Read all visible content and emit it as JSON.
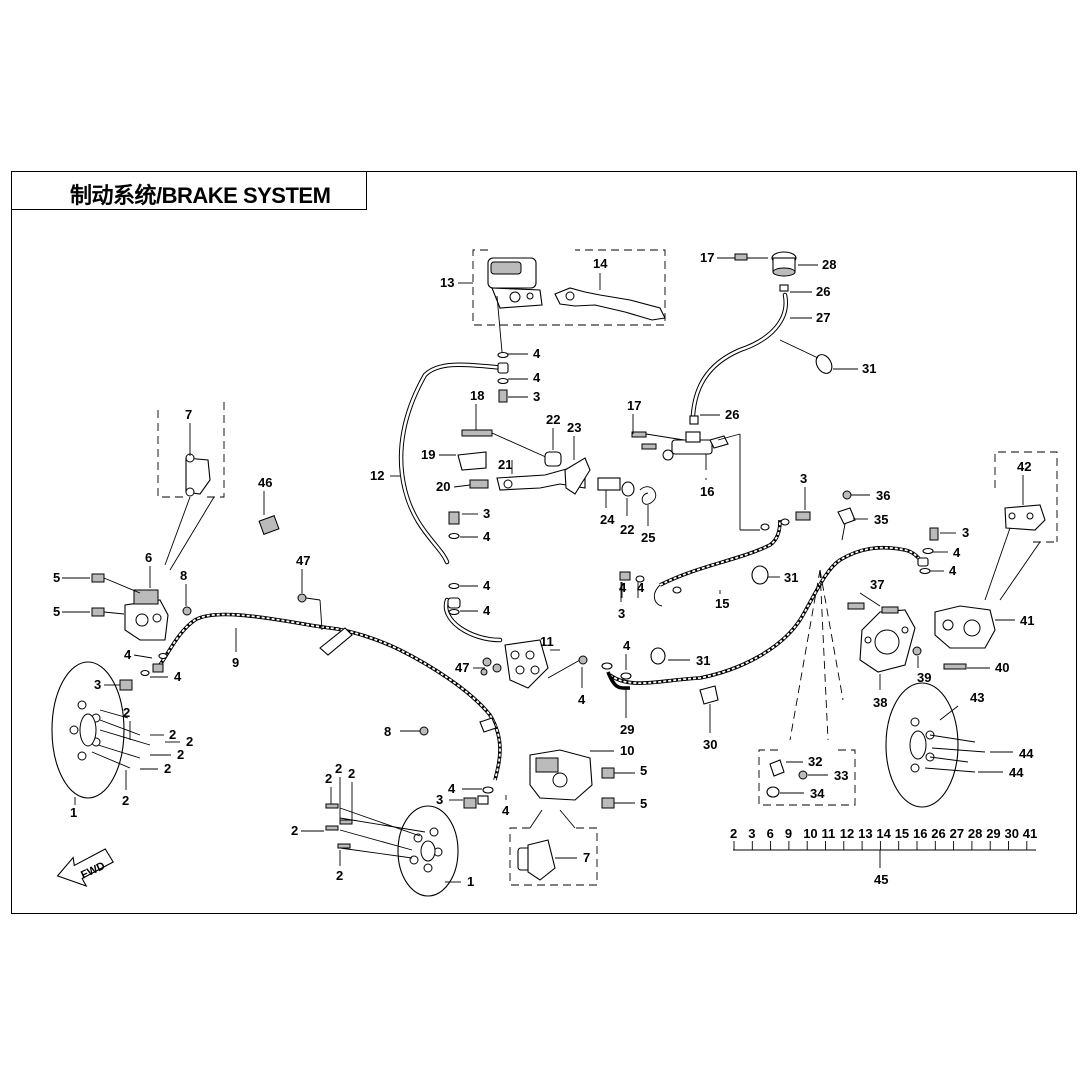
{
  "title": "制动系统/BRAKE SYSTEM",
  "fwd_label": "FWD",
  "callouts": [
    {
      "id": "c-13",
      "text": "13"
    },
    {
      "id": "c-14",
      "text": "14"
    },
    {
      "id": "c-17a",
      "text": "17"
    },
    {
      "id": "c-28",
      "text": "28"
    },
    {
      "id": "c-26a",
      "text": "26"
    },
    {
      "id": "c-27",
      "text": "27"
    },
    {
      "id": "c-31a",
      "text": "31"
    },
    {
      "id": "c-4a",
      "text": "4"
    },
    {
      "id": "c-4b",
      "text": "4"
    },
    {
      "id": "c-3a",
      "text": "3"
    },
    {
      "id": "c-18",
      "text": "18"
    },
    {
      "id": "c-22a",
      "text": "22"
    },
    {
      "id": "c-23",
      "text": "23"
    },
    {
      "id": "c-17b",
      "text": "17"
    },
    {
      "id": "c-26b",
      "text": "26"
    },
    {
      "id": "c-16",
      "text": "16"
    },
    {
      "id": "c-12",
      "text": "12"
    },
    {
      "id": "c-19",
      "text": "19"
    },
    {
      "id": "c-21",
      "text": "21"
    },
    {
      "id": "c-20",
      "text": "20"
    },
    {
      "id": "c-24",
      "text": "24"
    },
    {
      "id": "c-22b",
      "text": "22"
    },
    {
      "id": "c-25",
      "text": "25"
    },
    {
      "id": "c-7a",
      "text": "7"
    },
    {
      "id": "c-46",
      "text": "46"
    },
    {
      "id": "c-3b",
      "text": "3"
    },
    {
      "id": "c-4c",
      "text": "4"
    },
    {
      "id": "c-4d",
      "text": "4"
    },
    {
      "id": "c-4e",
      "text": "4"
    },
    {
      "id": "c-4f",
      "text": "4"
    },
    {
      "id": "c-3c",
      "text": "3"
    },
    {
      "id": "c-36",
      "text": "36"
    },
    {
      "id": "c-35",
      "text": "35"
    },
    {
      "id": "c-42",
      "text": "42"
    },
    {
      "id": "c-3d",
      "text": "3"
    },
    {
      "id": "c-4g",
      "text": "4"
    },
    {
      "id": "c-4h",
      "text": "4"
    },
    {
      "id": "c-6",
      "text": "6"
    },
    {
      "id": "c-8a",
      "text": "8"
    },
    {
      "id": "c-5a",
      "text": "5"
    },
    {
      "id": "c-5b",
      "text": "5"
    },
    {
      "id": "c-47a",
      "text": "47"
    },
    {
      "id": "c-3e",
      "text": "3"
    },
    {
      "id": "c-4i",
      "text": "4"
    },
    {
      "id": "c-4j",
      "text": "4"
    },
    {
      "id": "c-31b",
      "text": "31"
    },
    {
      "id": "c-15",
      "text": "15"
    },
    {
      "id": "c-37",
      "text": "37"
    },
    {
      "id": "c-41",
      "text": "41"
    },
    {
      "id": "c-11",
      "text": "11"
    },
    {
      "id": "c-47b",
      "text": "47"
    },
    {
      "id": "c-4k",
      "text": "4"
    },
    {
      "id": "c-31c",
      "text": "31"
    },
    {
      "id": "c-4l",
      "text": "4"
    },
    {
      "id": "c-4m",
      "text": "4"
    },
    {
      "id": "c-4n",
      "text": "4"
    },
    {
      "id": "c-9",
      "text": "9"
    },
    {
      "id": "c-3f",
      "text": "3"
    },
    {
      "id": "c-40",
      "text": "40"
    },
    {
      "id": "c-39",
      "text": "39"
    },
    {
      "id": "c-38",
      "text": "38"
    },
    {
      "id": "c-29",
      "text": "29"
    },
    {
      "id": "c-30",
      "text": "30"
    },
    {
      "id": "c-43",
      "text": "43"
    },
    {
      "id": "c-2a",
      "text": "2"
    },
    {
      "id": "c-2b",
      "text": "2"
    },
    {
      "id": "c-2c",
      "text": "2"
    },
    {
      "id": "c-2d",
      "text": "2"
    },
    {
      "id": "c-2e",
      "text": "2"
    },
    {
      "id": "c-8b",
      "text": "8"
    },
    {
      "id": "c-10",
      "text": "10"
    },
    {
      "id": "c-5c",
      "text": "5"
    },
    {
      "id": "c-32",
      "text": "32"
    },
    {
      "id": "c-33",
      "text": "33"
    },
    {
      "id": "c-44a",
      "text": "44"
    },
    {
      "id": "c-44b",
      "text": "44"
    },
    {
      "id": "c-1a",
      "text": "1"
    },
    {
      "id": "c-2f",
      "text": "2"
    },
    {
      "id": "c-4o",
      "text": "4"
    },
    {
      "id": "c-3g",
      "text": "3"
    },
    {
      "id": "c-4p",
      "text": "4"
    },
    {
      "id": "c-5d",
      "text": "5"
    },
    {
      "id": "c-34",
      "text": "34"
    },
    {
      "id": "c-2g",
      "text": "2"
    },
    {
      "id": "c-2h",
      "text": "2"
    },
    {
      "id": "c-2i",
      "text": "2"
    },
    {
      "id": "c-2j",
      "text": "2"
    },
    {
      "id": "c-2k",
      "text": "2"
    },
    {
      "id": "c-7b",
      "text": "7"
    },
    {
      "id": "c-1b",
      "text": "1"
    },
    {
      "id": "c-45",
      "text": "45"
    }
  ],
  "kit_45_members": [
    "2",
    "3",
    "6",
    "9",
    "10",
    "11",
    "12",
    "13",
    "14",
    "15",
    "16",
    "26",
    "27",
    "28",
    "29",
    "30",
    "41"
  ]
}
